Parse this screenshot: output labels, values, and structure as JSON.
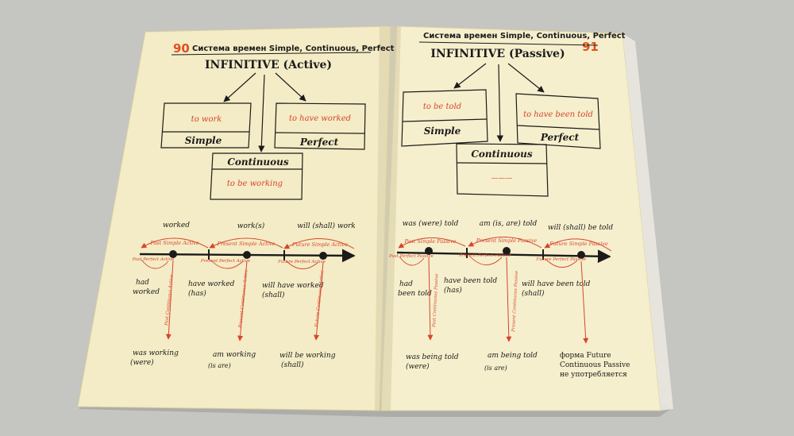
{
  "colors": {
    "table": "#c9c9c4",
    "paper_left": "#f4ecc6",
    "paper_right": "#f6efcd",
    "ink": "#1b1b1b",
    "accent": "#d6452c",
    "header_number": "#e0501f"
  },
  "left_page": {
    "page_number": "90",
    "header": "Система времен Simple, Continuous, Perfect",
    "title": "INFINITIVE (Active)",
    "boxes": {
      "simple": {
        "form": "to work",
        "label": "Simple"
      },
      "perfect": {
        "form": "to have worked",
        "label": "Perfect"
      },
      "continuous": {
        "label": "Continuous",
        "form": "to be working"
      }
    },
    "top_forms": [
      "worked",
      "work(s)",
      "will (shall) work"
    ],
    "arc_labels": [
      "Past Simple Active",
      "Present Simple Active",
      "Future Simple Active"
    ],
    "perfect_arc_labels": [
      "Past Perfect Active",
      "Present Perfect Active",
      "Future Perfect Active"
    ],
    "continuous_side_labels": [
      "Past Continuous Active",
      "Present Continuous Active",
      "Future Continuous Active"
    ],
    "perfect_forms": [
      {
        "main": "had",
        "sub": "worked"
      },
      {
        "main": "have worked",
        "sub": "(has)"
      },
      {
        "main": "will have worked",
        "sub": "(shall)"
      }
    ],
    "continuous_forms": [
      {
        "main": "was working",
        "sub": "(were)"
      },
      {
        "main": "am working",
        "sub": "(is are)"
      },
      {
        "main": "will be working",
        "sub": "(shall)"
      }
    ]
  },
  "right_page": {
    "page_number": "91",
    "header": "Система времен Simple, Continuous, Perfect",
    "title": "INFINITIVE (Passive)",
    "boxes": {
      "simple": {
        "form": "to be told",
        "label": "Simple"
      },
      "perfect": {
        "form": "to have been told",
        "label": "Perfect"
      },
      "continuous": {
        "label": "Continuous",
        "form": "———"
      }
    },
    "top_forms": [
      "was (were) told",
      "am (is, are) told",
      "will (shall) be told"
    ],
    "arc_labels": [
      "Past Simple Passive",
      "Present Simple Passive",
      "Future Simple Passive"
    ],
    "perfect_arc_labels": [
      "Past Perfect Passive",
      "Present Perfect Passive",
      "Future Perfect Passive"
    ],
    "continuous_side_labels": [
      "Past Continuous Passive",
      "Present Continuous Passive"
    ],
    "perfect_forms": [
      {
        "main": "had",
        "sub": "been told"
      },
      {
        "main": "have been told",
        "sub": "(has)"
      },
      {
        "main": "will have been told",
        "sub": "(shall)"
      }
    ],
    "continuous_forms": [
      {
        "main": "was being told",
        "sub": "(were)"
      },
      {
        "main": "am being told",
        "sub": "(is are)"
      }
    ],
    "note": [
      "форма Future",
      "Continuous Passive",
      "не употребляется"
    ]
  }
}
